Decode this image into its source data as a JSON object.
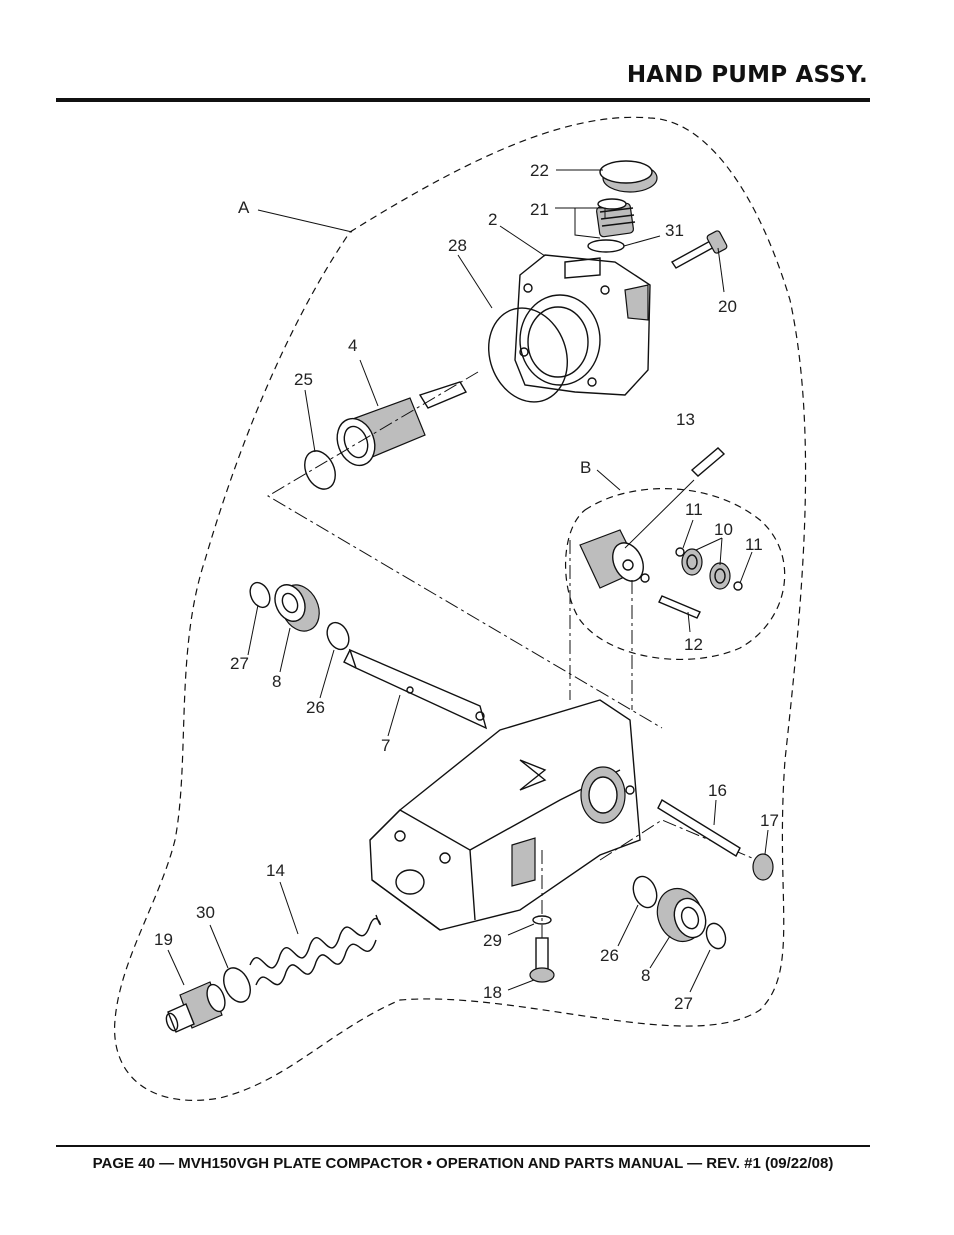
{
  "header": {
    "title": "HAND PUMP ASSY."
  },
  "footer": {
    "text": "PAGE 40 — MVH150VGH PLATE COMPACTOR • OPERATION AND PARTS MANUAL — REV. #1 (09/22/08)"
  },
  "callouts": {
    "A": "A",
    "B": "B",
    "p2": "2",
    "p4": "4",
    "p7": "7",
    "p8a": "8",
    "p8b": "8",
    "p10": "10",
    "p11a": "11",
    "p11b": "11",
    "p12": "12",
    "p13": "13",
    "p14": "14",
    "p16": "16",
    "p17": "17",
    "p18": "18",
    "p19": "19",
    "p20": "20",
    "p21": "21",
    "p22": "22",
    "p25": "25",
    "p26a": "26",
    "p26b": "26",
    "p27a": "27",
    "p27b": "27",
    "p28": "28",
    "p29": "29",
    "p30": "30",
    "p31": "31"
  }
}
